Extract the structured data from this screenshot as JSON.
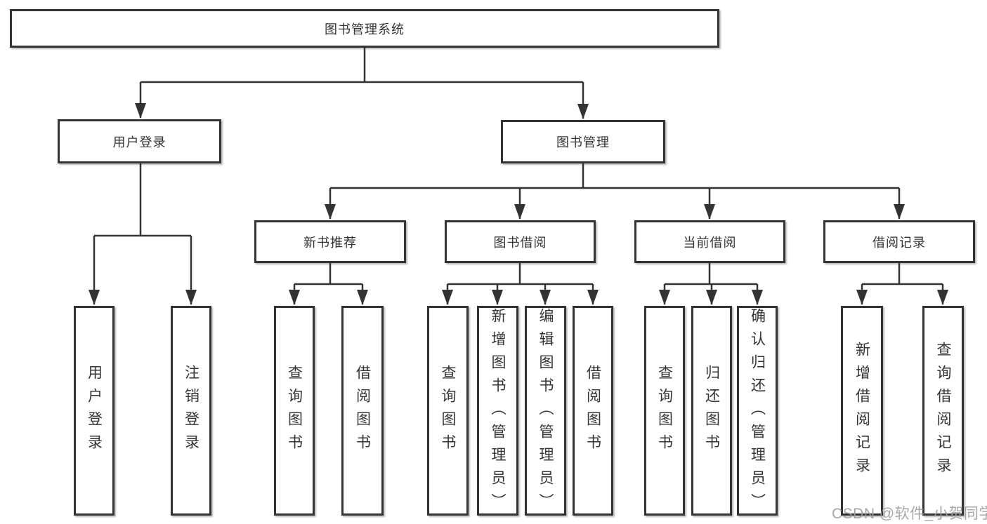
{
  "diagram": {
    "nodes": {
      "root": "图书管理系统",
      "user_login": "用户登录",
      "book_mgmt": "图书管理",
      "new_books": "新书推荐",
      "book_borrow": "图书借阅",
      "current_borrow": "当前借阅",
      "borrow_records": "借阅记录",
      "leaf_user_login": "用户登录",
      "leaf_logout": "注销登录",
      "leaf_nb_query": "查询图书",
      "leaf_nb_borrow": "借阅图书",
      "leaf_bb_query": "查询图书",
      "leaf_bb_add": "新增图书（管理员）",
      "leaf_bb_edit": "编辑图书（管理员）",
      "leaf_bb_borrow": "借阅图书",
      "leaf_cb_query": "查询图书",
      "leaf_cb_return": "归还图书",
      "leaf_cb_confirm": "确认归还（管理员）",
      "leaf_br_add": "新增借阅记录",
      "leaf_br_query": "查询借阅记录"
    },
    "structure": [
      {
        "parent": "图书管理系统",
        "children": [
          "用户登录",
          "图书管理"
        ]
      },
      {
        "parent": "用户登录",
        "children": [
          "用户登录",
          "注销登录"
        ]
      },
      {
        "parent": "图书管理",
        "children": [
          "新书推荐",
          "图书借阅",
          "当前借阅",
          "借阅记录"
        ]
      },
      {
        "parent": "新书推荐",
        "children": [
          "查询图书",
          "借阅图书"
        ]
      },
      {
        "parent": "图书借阅",
        "children": [
          "查询图书",
          "新增图书（管理员）",
          "编辑图书（管理员）",
          "借阅图书"
        ]
      },
      {
        "parent": "当前借阅",
        "children": [
          "查询图书",
          "归还图书",
          "确认归还（管理员）"
        ]
      },
      {
        "parent": "借阅记录",
        "children": [
          "新增借阅记录",
          "查询借阅记录"
        ]
      }
    ],
    "watermark": "CSDN @软件_小贺同学",
    "colors": {
      "line": "#333333",
      "box_border": "#333333",
      "text": "#333333",
      "watermark": "#9e9e9e",
      "background": "#ffffff"
    }
  }
}
